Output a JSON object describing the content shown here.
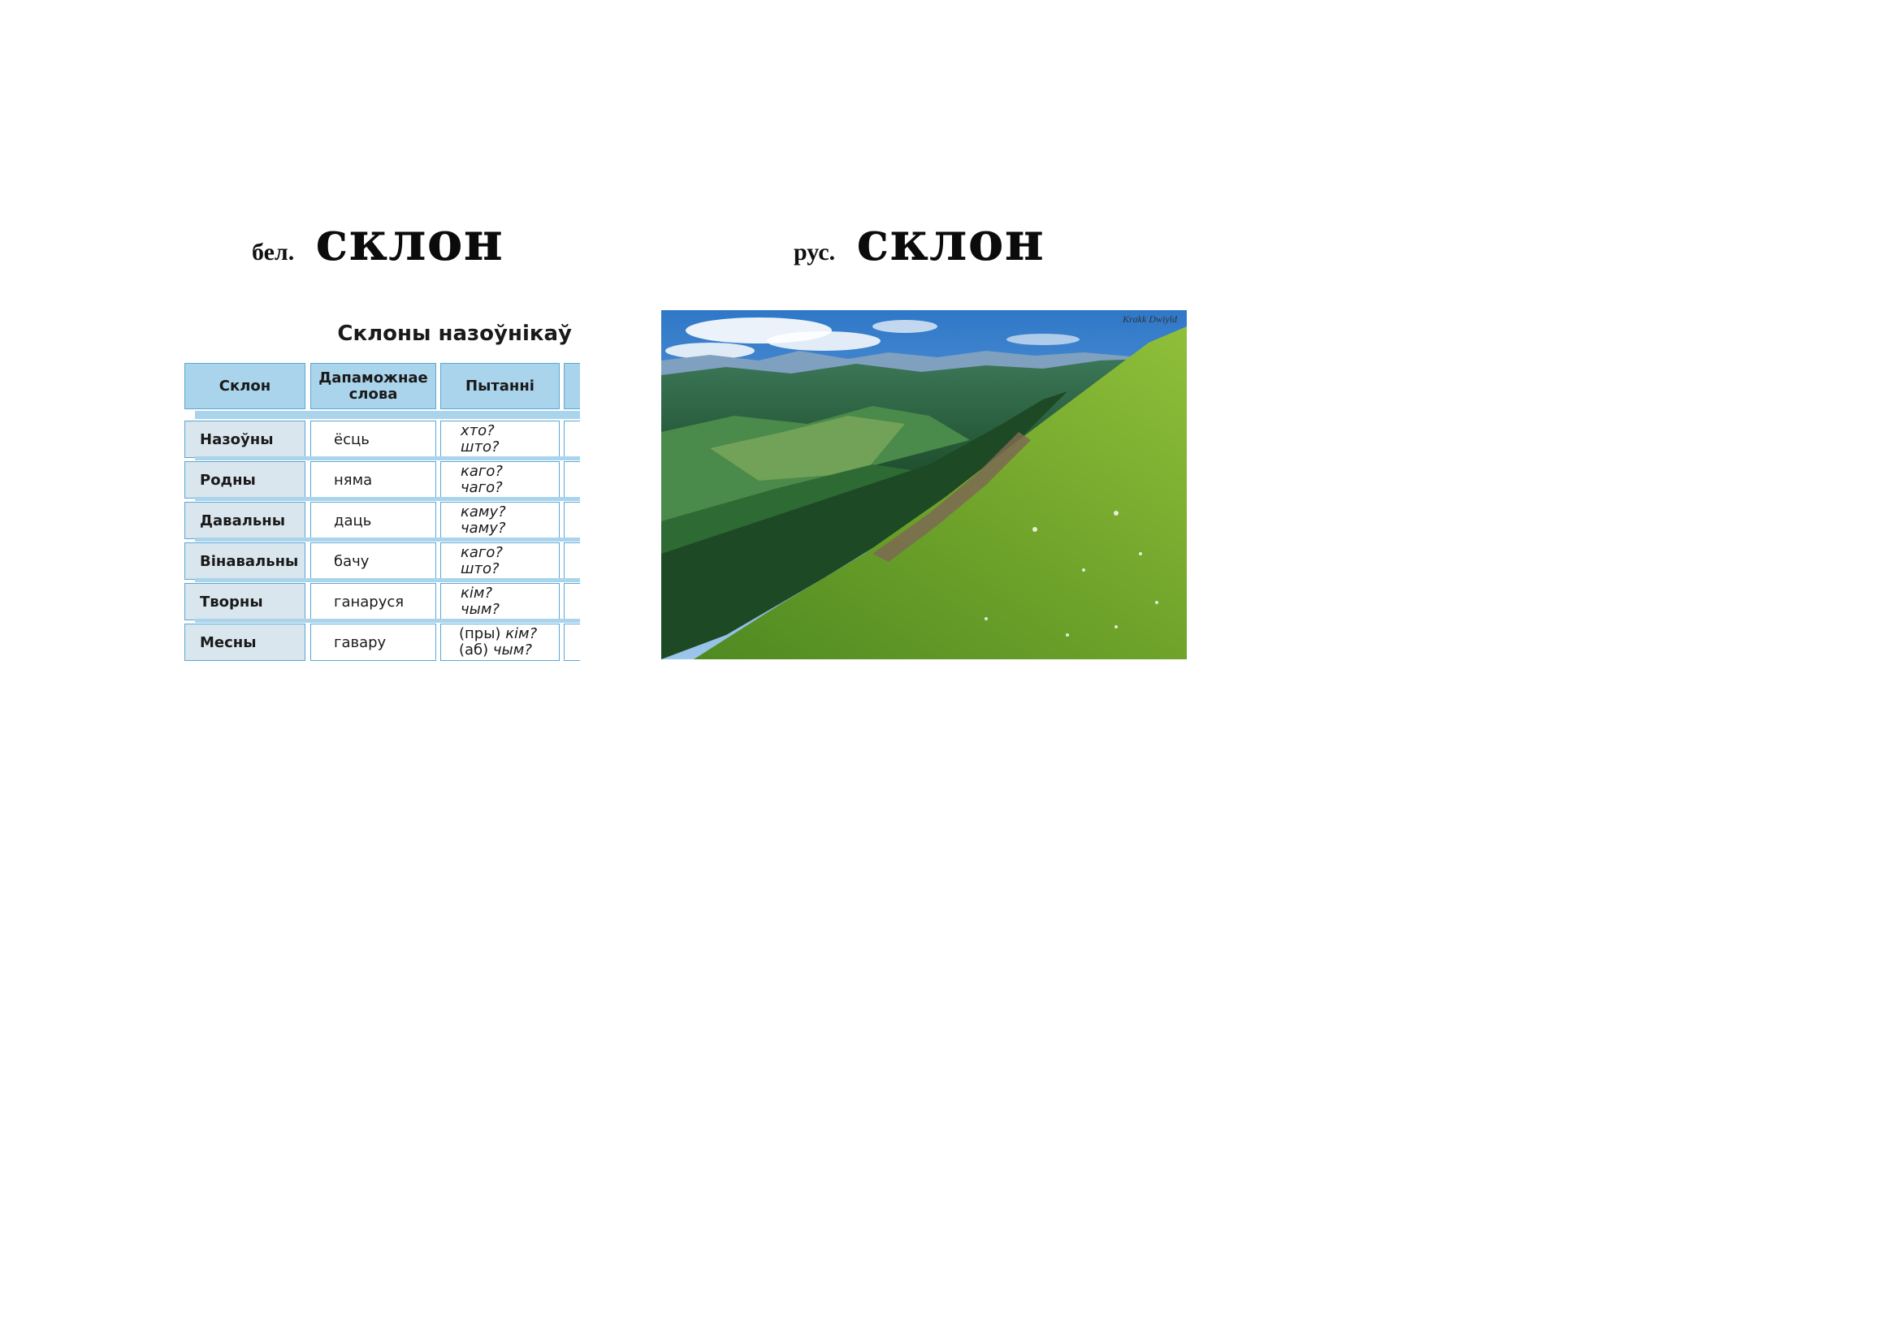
{
  "left": {
    "lang": "бел.",
    "word": "склон",
    "table": {
      "title": "Склоны назоўнікаў",
      "headers": [
        "Склон",
        "Дапаможнае слова",
        "Пытанні"
      ],
      "rows": [
        {
          "case": "Назоўны",
          "word": "ёсць",
          "q1": "хто?",
          "q2": "што?"
        },
        {
          "case": "Родны",
          "word": "няма",
          "q1": "каго?",
          "q2": "чаго?"
        },
        {
          "case": "Давальны",
          "word": "даць",
          "q1": "каму?",
          "q2": "чаму?"
        },
        {
          "case": "Вінавальны",
          "word": "бачу",
          "q1": "каго?",
          "q2": "што?"
        },
        {
          "case": "Творны",
          "word": "ганаруся",
          "q1": "кім?",
          "q2": "чым?"
        },
        {
          "case": "Месны",
          "word": "гавару",
          "q1p": "(пры)",
          "q1": "кім?",
          "q2p": "(аб)",
          "q2": "чым?"
        }
      ]
    }
  },
  "right": {
    "lang": "рус.",
    "word": "склон",
    "photo": {
      "subject": "mountain-slope-photo",
      "watermark": "Krakk Dwiyld"
    }
  }
}
